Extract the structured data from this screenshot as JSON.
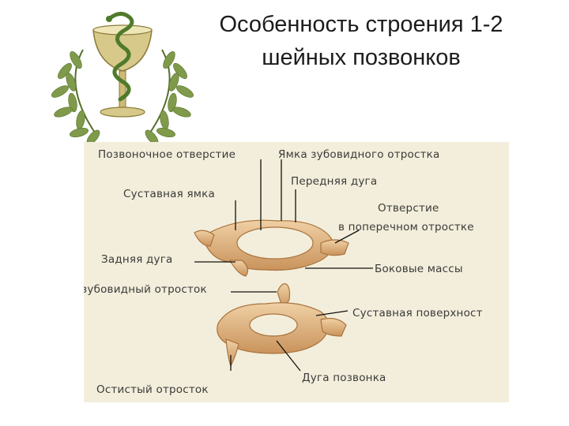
{
  "slide": {
    "title_line1": "Особенность строения 1-2",
    "title_line2": "шейных позвонков"
  },
  "icons": {
    "emblem": "bowl-of-hygieia-with-laurel-wreath-icon"
  },
  "colors": {
    "figure_background": "#f3eedb",
    "bone": "#e2b98a",
    "bone_shadow": "#b98555",
    "leader_line": "#111111"
  },
  "diagram": {
    "labels": {
      "vertebral_foramen": "Позвоночное отверстие",
      "dens_fovea": "Ямка зубовидного отростка",
      "anterior_arch": "Передняя дуга",
      "articular_fossa": "Суставная ямка",
      "transverse_foramen_line1": "Отверстие",
      "transverse_foramen_line2": "в поперечном отростке",
      "posterior_arch": "Задняя дуга",
      "lateral_masses": "Боковые массы",
      "dens": "зубовидный отросток",
      "articular_surface": "Суставная поверхност",
      "vertebral_arch": "Дуга позвонка",
      "spinous_process": "Остистый отросток"
    }
  }
}
